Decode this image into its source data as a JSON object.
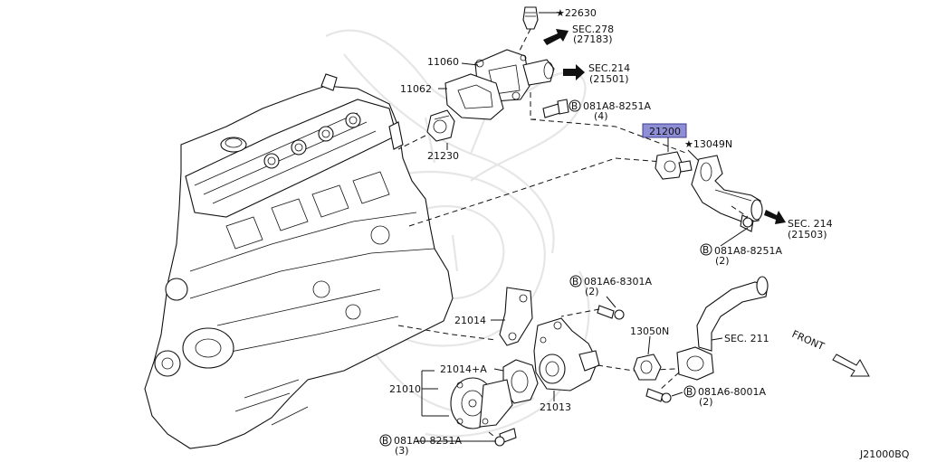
{
  "diagram": {
    "code": "J21000BQ",
    "parts": [
      {
        "id": "p22630",
        "label": "★22630"
      },
      {
        "id": "p11060",
        "label": "11060"
      },
      {
        "id": "p11062",
        "label": "11062"
      },
      {
        "id": "p21230",
        "label": "21230"
      },
      {
        "id": "p21200",
        "label": "21200",
        "highlighted": true
      },
      {
        "id": "p13049N",
        "label": "★13049N"
      },
      {
        "id": "p21014",
        "label": "21014"
      },
      {
        "id": "p21014A",
        "label": "21014+A"
      },
      {
        "id": "p21010",
        "label": "21010"
      },
      {
        "id": "p21013",
        "label": "21013"
      },
      {
        "id": "p13050N",
        "label": "13050N"
      }
    ],
    "refs": {
      "sec278": {
        "line1": "SEC.278",
        "line2": "(27183)"
      },
      "sec214a": {
        "line1": "SEC.214",
        "line2": "(21501)"
      },
      "sec214b": {
        "line1": "SEC. 214",
        "line2": "(21503)"
      },
      "sec211": {
        "line1": "SEC. 211"
      }
    },
    "bolts": {
      "b1": {
        "circle": "B",
        "code": "081A8-8251A",
        "qty": "(4)"
      },
      "b2": {
        "circle": "B",
        "code": "081A8-8251A",
        "qty": "(2)"
      },
      "b3": {
        "circle": "B",
        "code": "081A6-8301A",
        "qty": "(2)"
      },
      "b4": {
        "circle": "B",
        "code": "081A6-8001A",
        "qty": "(2)"
      },
      "b5": {
        "circle": "B",
        "code": "081A0-8251A",
        "qty": "(3)"
      }
    },
    "front": "FRONT"
  }
}
